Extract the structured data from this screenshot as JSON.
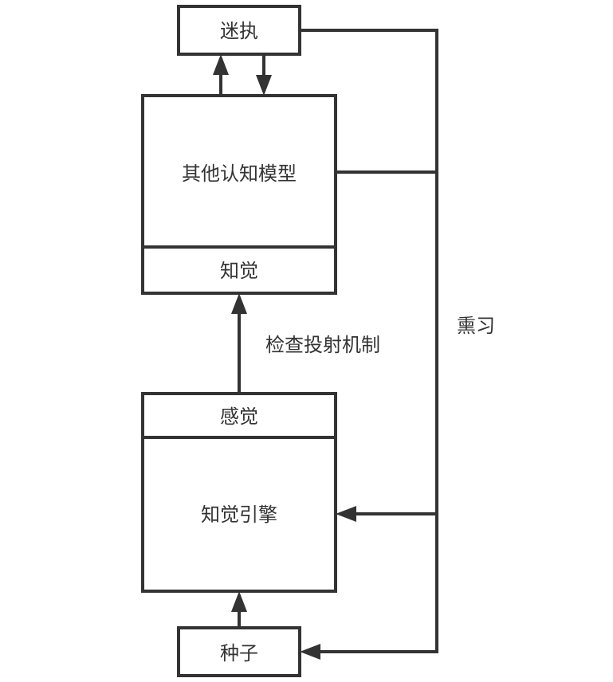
{
  "diagram": {
    "nodes": {
      "delusion": {
        "label": "迷执"
      },
      "other_cognitive_models": {
        "label": "其他认知模型"
      },
      "perception": {
        "label": "知觉"
      },
      "sensation": {
        "label": "感觉"
      },
      "perception_engine": {
        "label": "知觉引擎"
      },
      "seed": {
        "label": "种子"
      }
    },
    "edge_labels": {
      "check_projection": "检查投射机制",
      "habituation": "熏习"
    },
    "edges": [
      {
        "from": "other_cognitive_models",
        "to": "delusion"
      },
      {
        "from": "delusion",
        "to": "other_cognitive_models"
      },
      {
        "from": "sensation",
        "to": "perception",
        "label": "检查投射机制"
      },
      {
        "from": "seed",
        "to": "perception_engine"
      },
      {
        "from": "delusion",
        "to": "perception_engine",
        "label": "熏习"
      },
      {
        "from": "other_cognitive_models",
        "to": "perception_engine",
        "label": "熏习"
      },
      {
        "from": "delusion",
        "to": "seed",
        "label": "熏习"
      }
    ],
    "colors": {
      "stroke": "#333333",
      "background": "#ffffff"
    }
  }
}
